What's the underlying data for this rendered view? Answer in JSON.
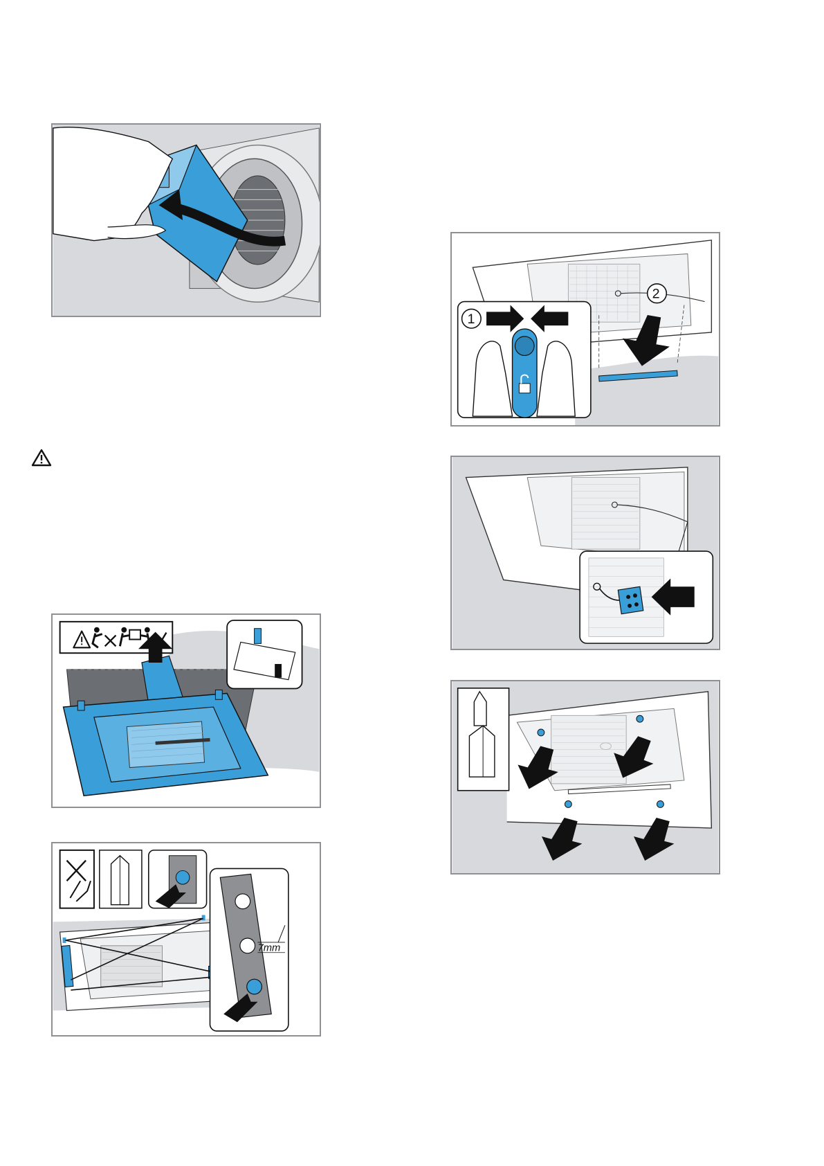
{
  "page": {
    "background": "#ffffff"
  },
  "colors": {
    "accent_blue": "#3a9fd8",
    "light_blue": "#8fc9ec",
    "grey_bg": "#d7d9dc",
    "frame": "#8e9093",
    "black": "#111111"
  },
  "warning": {
    "icon": "warning-triangle-icon"
  },
  "figures": {
    "fig1": {
      "icon": "filter-twist-install-icon"
    },
    "fig2": {
      "icon": "lifting-two-person-icon"
    },
    "fig3": {
      "icon": "screw-mounting-icon",
      "dimension_label": "7mm"
    },
    "fig4": {
      "icon": "cover-release-icon",
      "step1": "1",
      "step2": "2"
    },
    "fig5": {
      "icon": "connector-plug-icon"
    },
    "fig6": {
      "icon": "torx-screw-removal-icon"
    }
  }
}
